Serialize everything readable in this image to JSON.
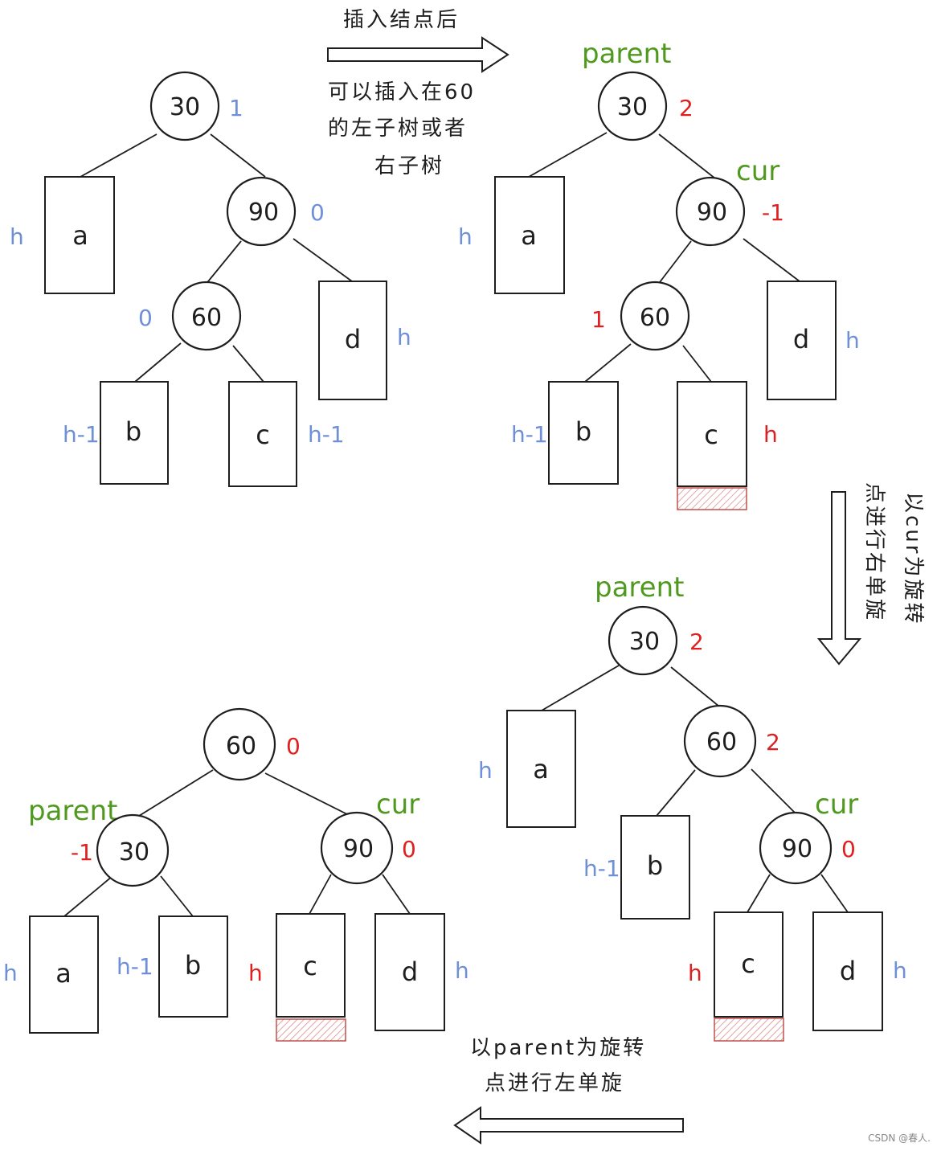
{
  "colors": {
    "blue": "#6f8fd8",
    "red": "#e02020",
    "green": "#4f9a1e",
    "ink": "#1e1e1e"
  },
  "notes": {
    "top_arrow_title": "插入结点后",
    "top_arrow_desc_1": "可以插入在60",
    "top_arrow_desc_2": "的左子树或者",
    "top_arrow_desc_3": "右子树",
    "right_arrow_1": "以cur为旋转",
    "right_arrow_2": "点进行右单旋",
    "bottom_arrow_1": "以parent为旋转",
    "bottom_arrow_2": "点进行左单旋"
  },
  "roles": {
    "parent": "parent",
    "cur": "cur"
  },
  "panels": {
    "p1": {
      "nodes": [
        {
          "value": "30",
          "bf": "1"
        },
        {
          "value": "90",
          "bf": "0"
        },
        {
          "value": "60",
          "bf": "0"
        }
      ],
      "boxes": [
        {
          "label": "a",
          "h": "h"
        },
        {
          "label": "d",
          "h": "h"
        },
        {
          "label": "b",
          "h": "h-1"
        },
        {
          "label": "c",
          "h": "h-1"
        }
      ]
    },
    "p2": {
      "nodes": [
        {
          "value": "30",
          "bf": "2"
        },
        {
          "value": "90",
          "bf": "-1"
        },
        {
          "value": "60",
          "bf": "1"
        }
      ],
      "boxes": [
        {
          "label": "a",
          "h": "h"
        },
        {
          "label": "d",
          "h": "h"
        },
        {
          "label": "b",
          "h": "h-1"
        },
        {
          "label": "c",
          "h": "h"
        }
      ]
    },
    "p3": {
      "nodes": [
        {
          "value": "30",
          "bf": "2"
        },
        {
          "value": "60",
          "bf": "2"
        },
        {
          "value": "90",
          "bf": "0"
        }
      ],
      "boxes": [
        {
          "label": "a",
          "h": "h"
        },
        {
          "label": "b",
          "h": "h-1"
        },
        {
          "label": "c",
          "h": "h"
        },
        {
          "label": "d",
          "h": "h"
        }
      ]
    },
    "p4": {
      "nodes": [
        {
          "value": "60",
          "bf": "0"
        },
        {
          "value": "30",
          "bf": "-1"
        },
        {
          "value": "90",
          "bf": "0"
        }
      ],
      "boxes": [
        {
          "label": "a",
          "h": "h"
        },
        {
          "label": "b",
          "h": "h-1"
        },
        {
          "label": "c",
          "h": "h"
        },
        {
          "label": "d",
          "h": "h"
        }
      ]
    }
  },
  "watermark": "CSDN @春人."
}
